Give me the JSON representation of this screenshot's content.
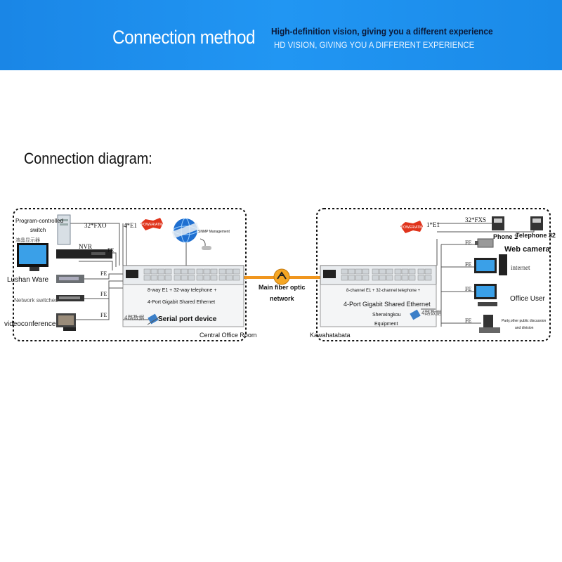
{
  "banner": {
    "title": "Connection method",
    "subtitle": "High-definition vision, giving you a different experience",
    "subtitle_en": "HD VISION, GIVING YOU A DIFFERENT EXPERIENCE",
    "bg_color": "#1e8ff0"
  },
  "section_heading": "Connection diagram:",
  "left_site": {
    "location": "Central Office Room",
    "device_label_1": "8-way E1 + 32-way telephone +",
    "device_label_2": "4-Port Gigabit Shared Ethernet",
    "badge": "POWER/ATM",
    "snmp_label": "SNMP Management",
    "link_fxo": "32*FXO",
    "link_e1": "4*E1",
    "devices": {
      "pbx_line1": "Program-controlled",
      "pbx_line2": "switch",
      "lcd": "液晶显示器",
      "nvr": "NVR",
      "lushan": "Lushan Ware",
      "switches": "Network switches",
      "video": "videoconference",
      "serial": "Serial port device",
      "serial_tag": "4路数据"
    },
    "fe": "FE"
  },
  "fiber": {
    "line1": "Main fiber optic",
    "line2": "network",
    "color": "#f0961e"
  },
  "right_site": {
    "location": "Kawahatabata",
    "device_label_1": "8-channel E1 + 32-channel telephone +",
    "device_label_2": "4-Port Gigabit Shared Ethernet",
    "badge": "POWER/ATM",
    "link_e1": "1*E1",
    "link_fxs": "32*FXS",
    "devices": {
      "phone1": "Phone 1",
      "phone32": "Telephone 32",
      "webcam": "Web camera",
      "internet": "internet",
      "office": "Office User",
      "party_line1": "Party,other public discussion",
      "party_line2": "and division",
      "shenxingkou_1": "Shenxingkou",
      "shenxingkou_2": "Equipment",
      "serial_tag": "4路数据"
    },
    "fe": "FE"
  }
}
